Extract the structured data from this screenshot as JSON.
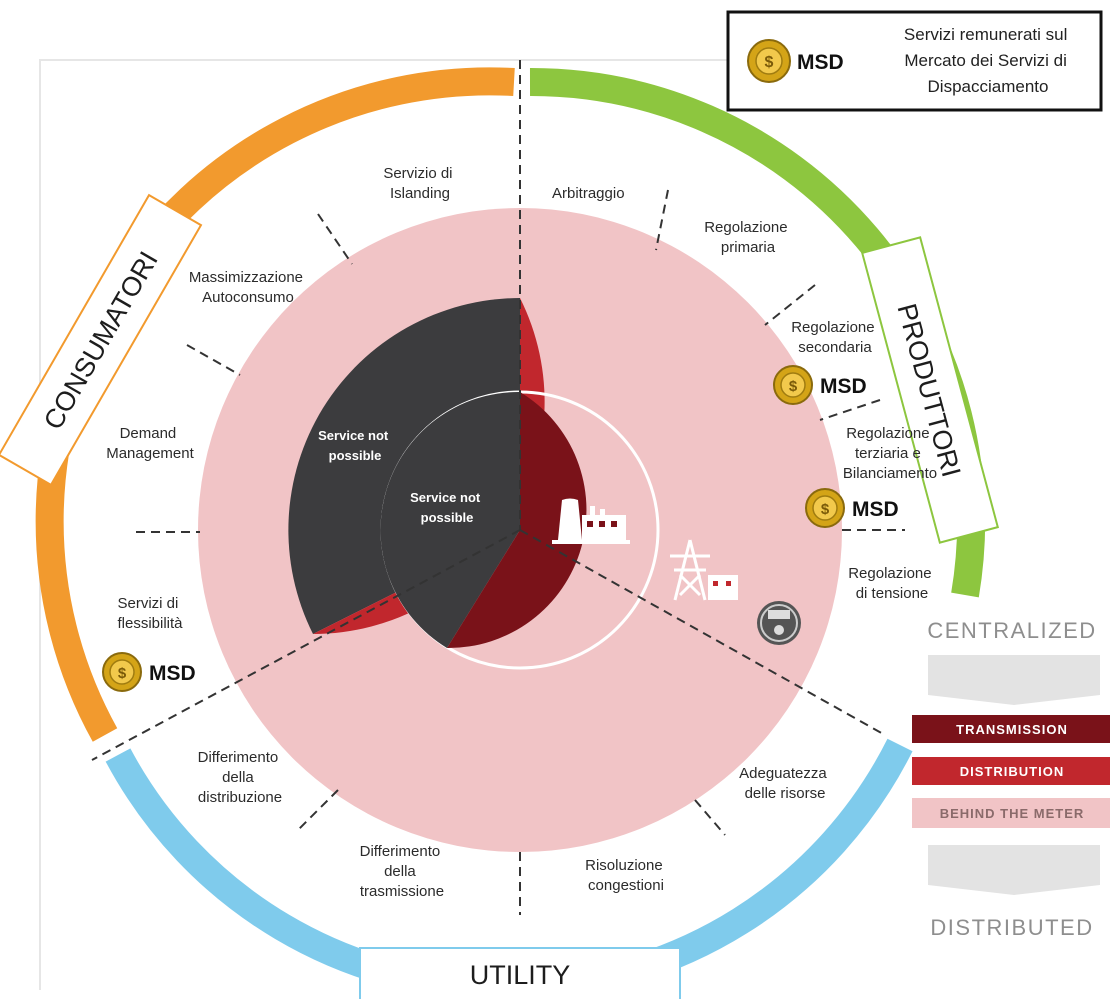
{
  "legend": {
    "badge": "MSD",
    "lines": [
      "Servizi remunerati sul",
      "Mercato dei Servizi di",
      "Dispacciamento"
    ]
  },
  "categories": {
    "consumatori": "CONSUMATORI",
    "produttori": "PRODUTTORI",
    "utility": "UTILITY"
  },
  "inner": {
    "middle_label": [
      "Service not",
      "possible"
    ],
    "core_label": [
      "Service not",
      "possible"
    ]
  },
  "services": {
    "islanding": [
      "Servizio di",
      "Islanding"
    ],
    "arbitraggio": [
      "Arbitraggio"
    ],
    "reg_primaria": [
      "Regolazione",
      "primaria"
    ],
    "massimizzazione": [
      "Massimizzazione",
      "Autoconsumo"
    ],
    "reg_secondaria": [
      "Regolazione",
      "secondaria"
    ],
    "demand": [
      "Demand",
      "Management"
    ],
    "reg_terziaria": [
      "Regolazione",
      "terziaria e",
      "Bilanciamento"
    ],
    "reg_tensione": [
      "Regolazione",
      "di tensione"
    ],
    "flessibilita": [
      "Servizi di",
      "flessibilità"
    ],
    "diff_distribuzione": [
      "Differimento",
      "della",
      "distribuzione"
    ],
    "adeguatezza": [
      "Adeguatezza",
      "delle risorse"
    ],
    "diff_trasmissione": [
      "Differimento",
      "della",
      "trasmissione"
    ],
    "risoluzione": [
      "Risoluzione",
      "congestioni"
    ]
  },
  "msd_badges": {
    "secondaria": "MSD",
    "terziaria": "MSD",
    "flessibilita": "MSD"
  },
  "scale": {
    "top": "CENTRALIZED",
    "bands": [
      "TRANSMISSION",
      "DISTRIBUTION",
      "BEHIND THE METER"
    ],
    "bottom": "DISTRIBUTED"
  },
  "colors": {
    "consumatori": "#f29a2e",
    "produttori": "#8dc63f",
    "utility": "#7fcbec",
    "behind_the_meter": "#f1c4c6",
    "distribution": "#c1272d",
    "transmission": "#7a1219",
    "not_possible": "#3c3c3e"
  }
}
